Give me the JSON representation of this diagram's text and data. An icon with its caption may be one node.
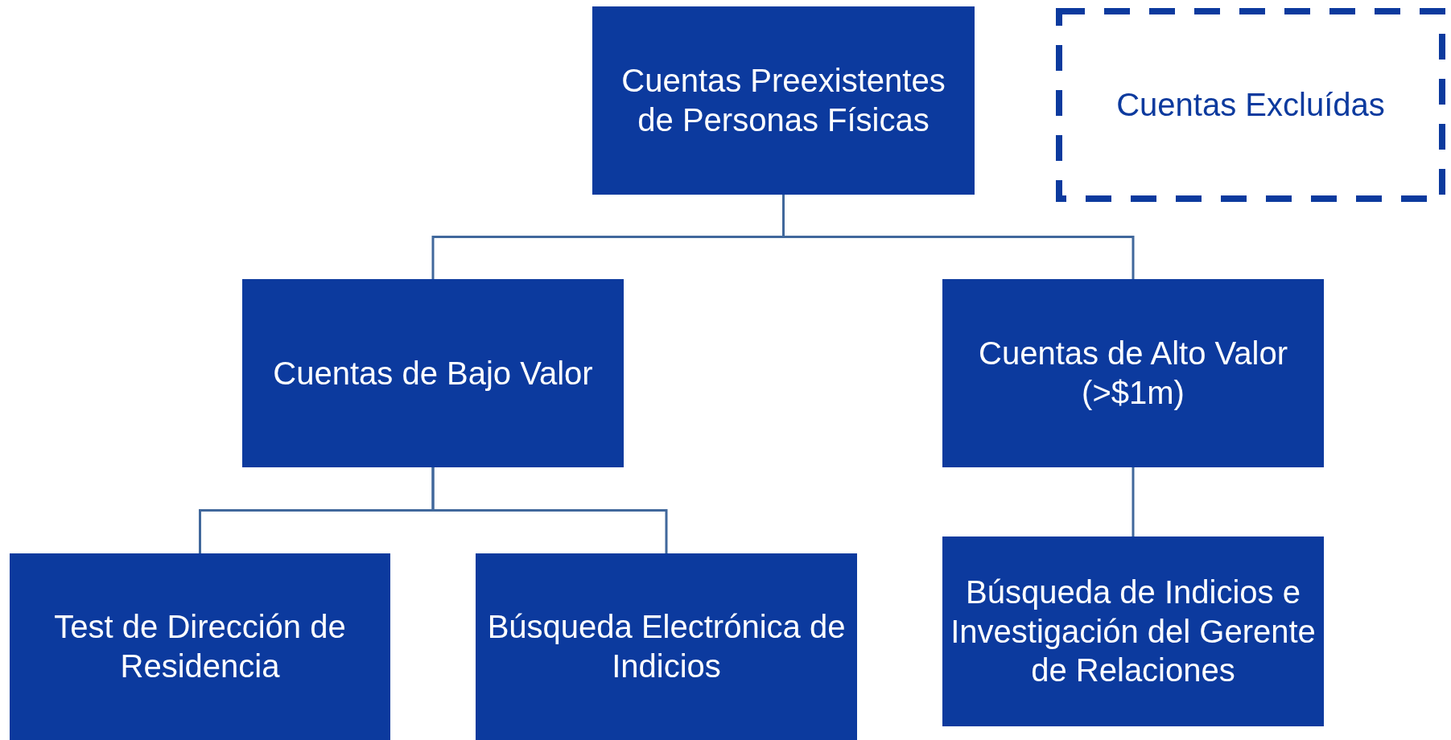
{
  "diagram": {
    "nodes": [
      {
        "text": [
          "Cuentas Preexistentes de Personas Físicas"
        ]
      },
      {
        "text": [
          "Cuentas Excluídas"
        ]
      },
      {
        "text": [
          "Cuentas de Bajo Valor"
        ]
      },
      {
        "text": [
          "Cuentas de Alto Valor (>$1m)"
        ]
      },
      {
        "text": [
          "Test de Dirección de Residencia"
        ]
      },
      {
        "text": [
          "Búsqueda Electrónica de Indicios"
        ]
      },
      {
        "text": [
          "Búsqueda de Indicios e Investigación del Gerente de Relaciones"
        ]
      }
    ],
    "edges": [
      {
        "from": 0,
        "to": 2,
        "arrow": "none"
      },
      {
        "from": 0,
        "to": 3,
        "arrow": "none"
      },
      {
        "from": 2,
        "to": 4,
        "arrow": "none"
      },
      {
        "from": 2,
        "to": 5,
        "arrow": "none"
      },
      {
        "from": 3,
        "to": 6,
        "arrow": "none"
      }
    ]
  }
}
